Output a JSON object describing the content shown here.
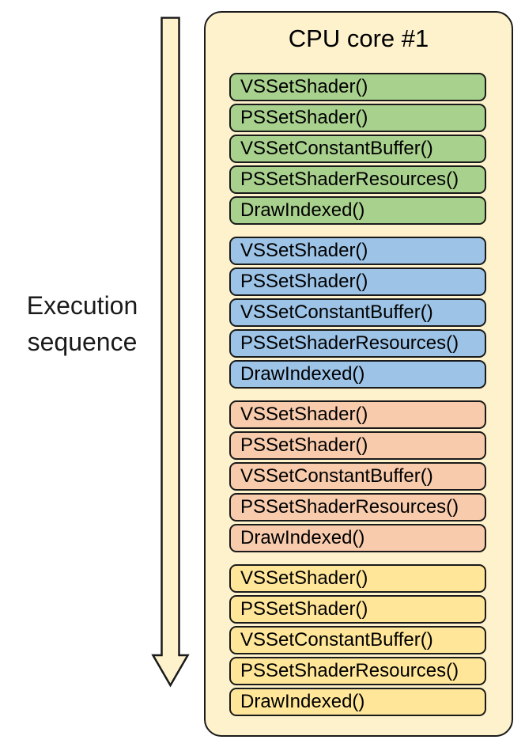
{
  "execution_label": {
    "line1": "Execution",
    "line2": "sequence"
  },
  "cpu_core": {
    "title": "CPU core #1",
    "groups": [
      {
        "name": "draw-call-batch-1",
        "color": "#A9D18E",
        "calls": [
          "VSSetShader()",
          "PSSetShader()",
          "VSSetConstantBuffer()",
          "PSSetShaderResources()",
          "DrawIndexed()"
        ]
      },
      {
        "name": "draw-call-batch-2",
        "color": "#9DC3E6",
        "calls": [
          "VSSetShader()",
          "PSSetShader()",
          "VSSetConstantBuffer()",
          "PSSetShaderResources()",
          "DrawIndexed()"
        ]
      },
      {
        "name": "draw-call-batch-3",
        "color": "#F8CBAD",
        "calls": [
          "VSSetShader()",
          "PSSetShader()",
          "VSSetConstantBuffer()",
          "PSSetShaderResources()",
          "DrawIndexed()"
        ]
      },
      {
        "name": "draw-call-batch-4",
        "color": "#FFE699",
        "calls": [
          "VSSetShader()",
          "PSSetShader()",
          "VSSetConstantBuffer()",
          "PSSetShaderResources()",
          "DrawIndexed()"
        ]
      }
    ]
  },
  "colors": {
    "panel_fill": "#FDF2CC",
    "panel_border": "#1A1A1A",
    "arrow_fill": "#FDF2CC",
    "batch_green": "#A9D18E",
    "batch_blue": "#9DC3E6",
    "batch_orange": "#F8CBAD",
    "batch_yellow": "#FFE699"
  }
}
